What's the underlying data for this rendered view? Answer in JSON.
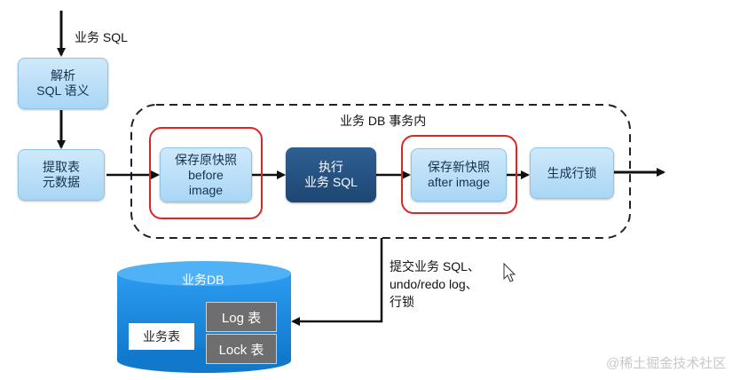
{
  "input_label": "业务 SQL",
  "steps": {
    "parse": "解析\nSQL 语义",
    "extract_meta": "提取表\n元数据",
    "save_before": "保存原快照\nbefore\nimage",
    "execute": "执行\n业务 SQL",
    "save_after": "保存新快照\nafter image",
    "gen_lock": "生成行锁"
  },
  "transaction_label": "业务 DB 事务内",
  "commit_label": "提交业务 SQL、\nundo/redo log、\n行锁",
  "database": {
    "title": "业务DB",
    "business_table": "业务表",
    "log_table": "Log 表",
    "lock_table": "Lock 表"
  },
  "watermark": "@稀土掘金技术社区",
  "colors": {
    "light_box": "#a9d6f5",
    "dark_box": "#1d4673",
    "highlight_ring": "#e02424",
    "db_body": "#1a8be0"
  }
}
